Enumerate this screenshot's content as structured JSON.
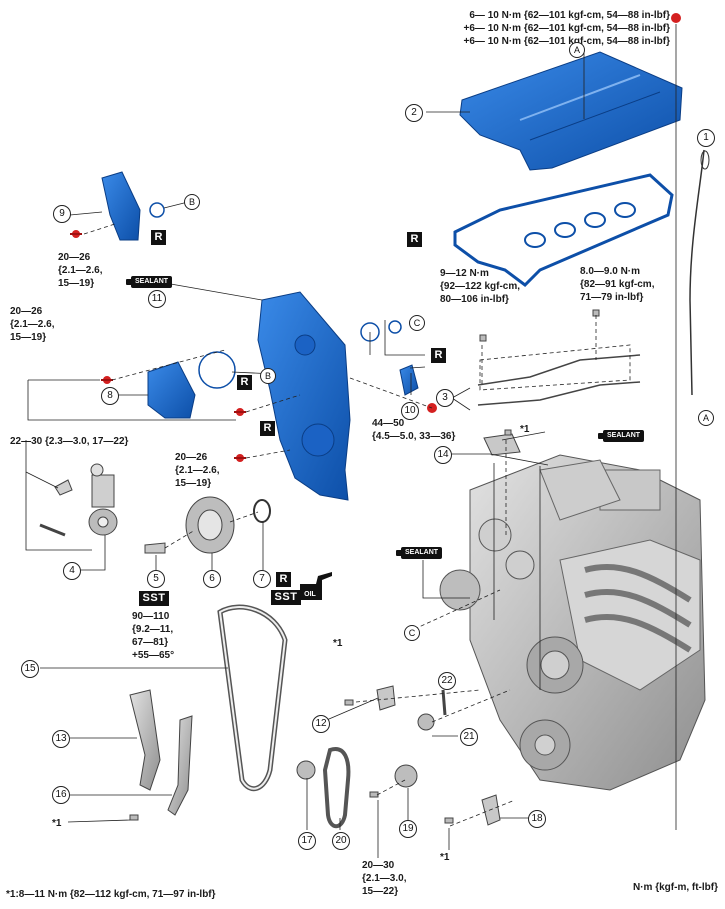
{
  "torque_top": [
    "6— 10 N·m {62—101 kgf-cm, 54—88 in-lbf}",
    "+6— 10 N·m {62—101 kgf-cm, 54—88 in-lbf}",
    "+6— 10 N·m {62—101 kgf-cm, 54—88 in-lbf}"
  ],
  "torque_9_12": [
    "9—12 N·m",
    "{92—122 kgf-cm,",
    "80—106 in-lbf}"
  ],
  "torque_8_9": [
    "8.0—9.0 N·m",
    "{82—91 kgf-cm,",
    "71—79 in-lbf}"
  ],
  "torque_20_26_a": [
    "20—26",
    "{2.1—2.6,",
    "15—19}"
  ],
  "torque_20_26_b": [
    "20—26",
    "{2.1—2.6,",
    "15—19}"
  ],
  "torque_20_26_c": [
    "20—26",
    "{2.1—2.6,",
    "15—19}"
  ],
  "torque_44_50": [
    "44—50",
    "{4.5—5.0, 33—36}"
  ],
  "torque_22_30": "22—30 {2.3—3.0, 17—22}",
  "torque_90_110": [
    "90—110",
    "{9.2—11,",
    "67—81}",
    "+55—65°"
  ],
  "torque_20_30": [
    "20—30",
    "{2.1—3.0,",
    "15—22}"
  ],
  "footnote": "*1:8—11 N·m {82—112 kgf-cm, 71—97 in-lbf}",
  "unit_note": "N·m {kgf-m, ft-lbf}",
  "star1": "*1",
  "badges": {
    "r": "R",
    "sst": "SST",
    "sealant": "SEALANT",
    "oil": "OIL"
  },
  "letters": {
    "a": "A",
    "b": "B",
    "c": "C"
  },
  "part_numbers": [
    "1",
    "2",
    "3",
    "4",
    "5",
    "6",
    "7",
    "8",
    "9",
    "10",
    "11",
    "12",
    "13",
    "14",
    "15",
    "16",
    "17",
    "18",
    "19",
    "20",
    "21",
    "22"
  ],
  "colors": {
    "part_blue": "#1a6fd6",
    "part_blue_dark": "#0d4fa8",
    "engine_grey": "#b9b9b9",
    "bolt_red": "#d42020"
  }
}
